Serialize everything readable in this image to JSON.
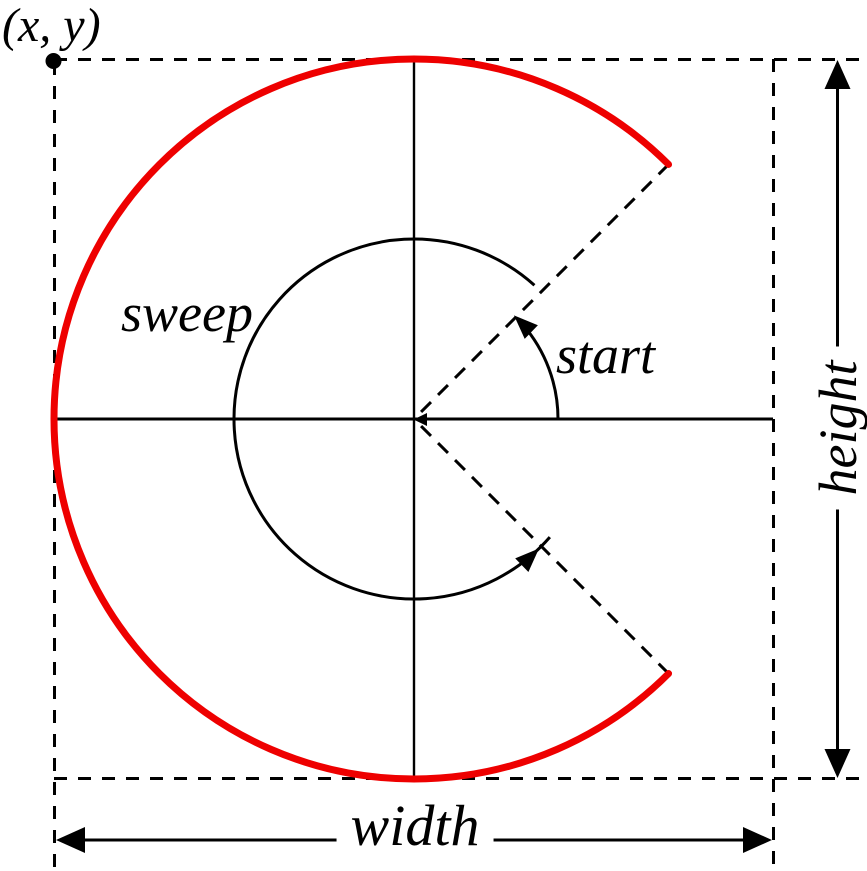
{
  "labels": {
    "origin": "(x, y)",
    "sweep": "sweep",
    "start": "start",
    "width": "width",
    "height": "height"
  },
  "colors": {
    "arc": "#ee0000",
    "line": "#000000",
    "background": "#ffffff"
  }
}
